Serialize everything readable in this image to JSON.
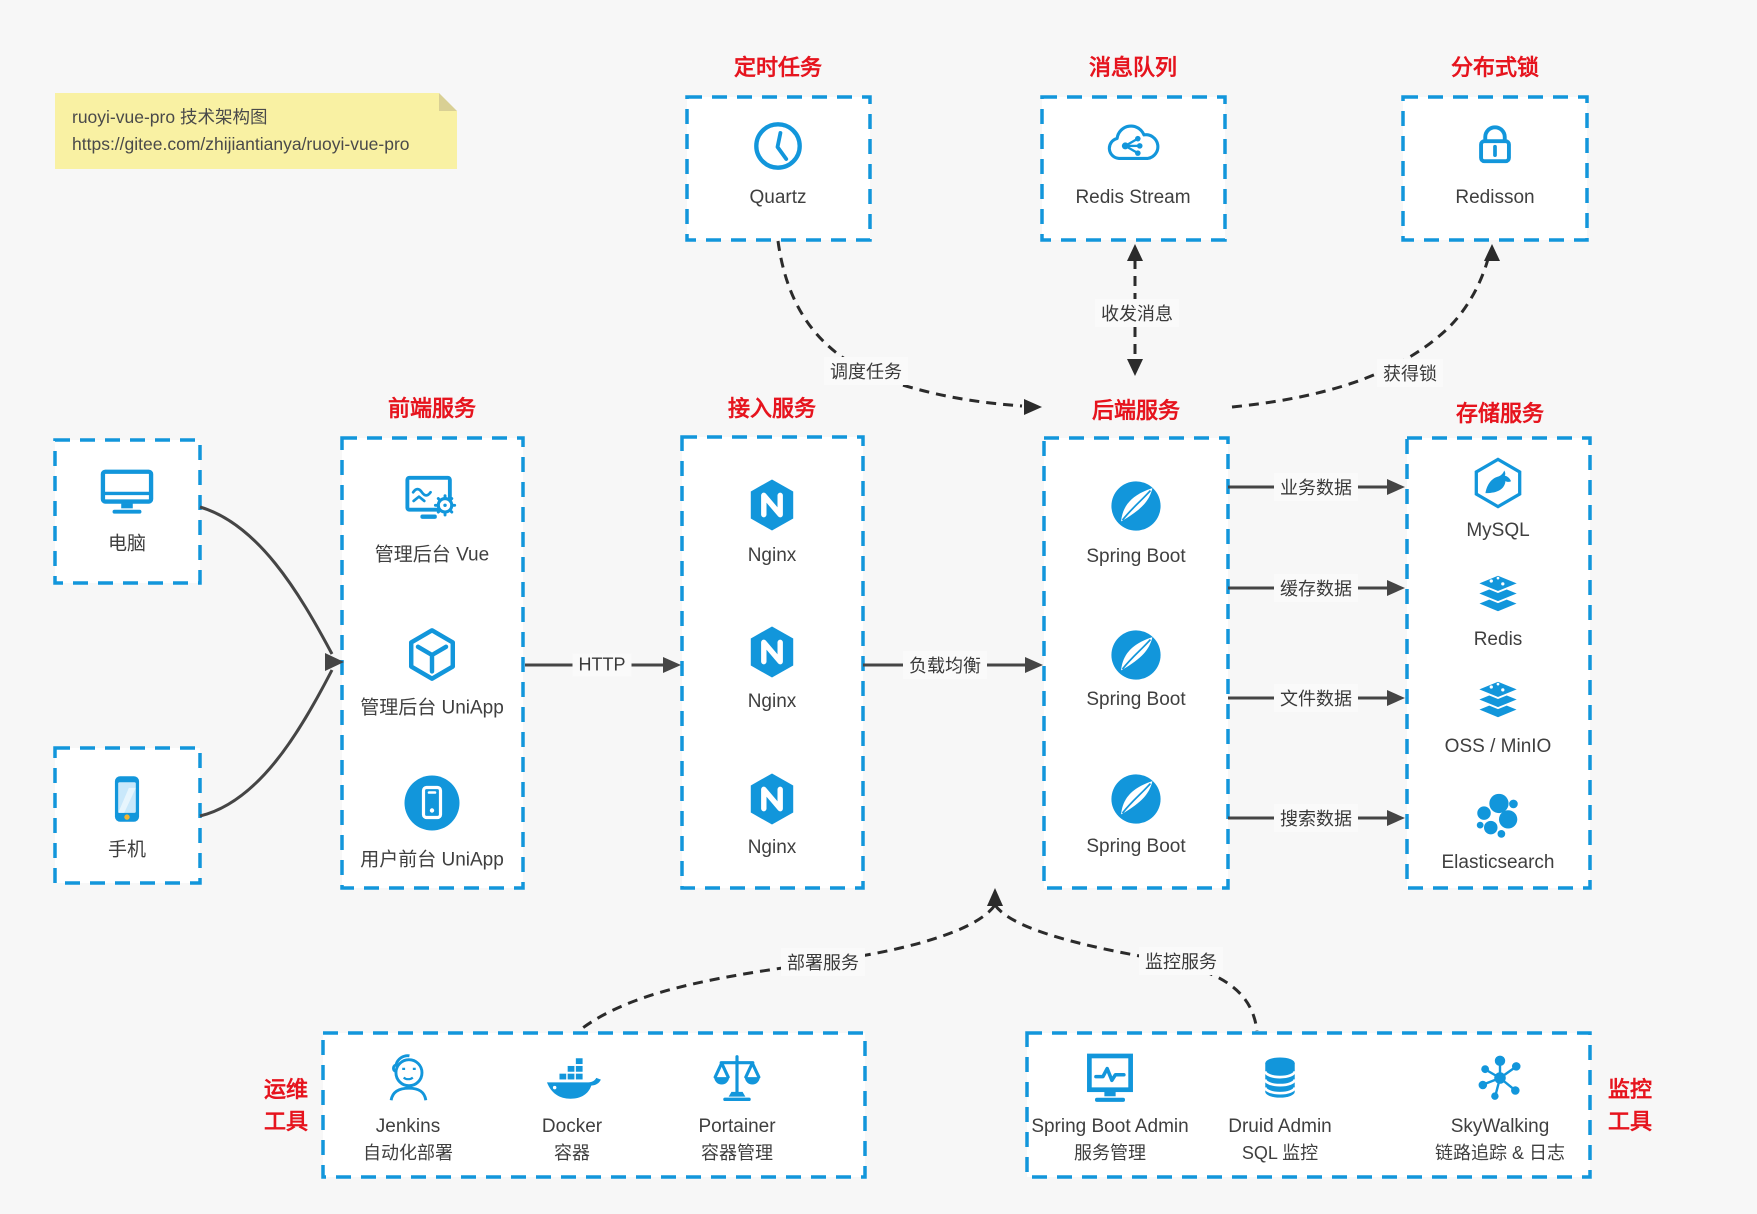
{
  "colors": {
    "accent_blue": "#1296db",
    "title_red": "#e6141e",
    "solid_arrow": "#454545",
    "dashed_arrow": "#2b2b2b",
    "background": "#f7f7f7",
    "box_fill": "#ffffff",
    "note_bg": "#f9f1a3",
    "label_text": "#3f3f3f"
  },
  "note": {
    "line1": "ruoyi-vue-pro 技术架构图",
    "line2": "https://gitee.com/zhijiantianya/ruoyi-vue-pro"
  },
  "top_services": [
    {
      "title": "定时任务",
      "label": "Quartz",
      "icon": "clock-icon"
    },
    {
      "title": "消息队列",
      "label": "Redis Stream",
      "icon": "cloud-stream-icon"
    },
    {
      "title": "分布式锁",
      "label": "Redisson",
      "icon": "lock-icon"
    }
  ],
  "clients": [
    {
      "label": "电脑",
      "icon": "computer-icon"
    },
    {
      "label": "手机",
      "icon": "phone-icon"
    }
  ],
  "frontend": {
    "title": "前端服务",
    "items": [
      {
        "label": "管理后台 Vue",
        "icon": "admin-vue-icon"
      },
      {
        "label": "管理后台 UniApp",
        "icon": "uniapp-cube-icon"
      },
      {
        "label": "用户前台 UniApp",
        "icon": "uniapp-user-icon"
      }
    ]
  },
  "gateway": {
    "title": "接入服务",
    "items": [
      {
        "label": "Nginx",
        "icon": "nginx-icon"
      },
      {
        "label": "Nginx",
        "icon": "nginx-icon"
      },
      {
        "label": "Nginx",
        "icon": "nginx-icon"
      }
    ]
  },
  "backend": {
    "title": "后端服务",
    "items": [
      {
        "label": "Spring Boot",
        "icon": "spring-boot-icon"
      },
      {
        "label": "Spring Boot",
        "icon": "spring-boot-icon"
      },
      {
        "label": "Spring Boot",
        "icon": "spring-boot-icon"
      }
    ]
  },
  "storage": {
    "title": "存储服务",
    "items": [
      {
        "label": "MySQL",
        "icon": "mysql-icon"
      },
      {
        "label": "Redis",
        "icon": "redis-icon"
      },
      {
        "label": "OSS / MinIO",
        "icon": "oss-minio-icon"
      },
      {
        "label": "Elasticsearch",
        "icon": "elasticsearch-icon"
      }
    ]
  },
  "ops": {
    "side_label": [
      "运维",
      "工具"
    ],
    "items": [
      {
        "name": "Jenkins",
        "desc": "自动化部署",
        "icon": "jenkins-icon"
      },
      {
        "name": "Docker",
        "desc": "容器",
        "icon": "docker-icon"
      },
      {
        "name": "Portainer",
        "desc": "容器管理",
        "icon": "portainer-icon"
      }
    ]
  },
  "monitoring": {
    "side_label": [
      "监控",
      "工具"
    ],
    "items": [
      {
        "name": "Spring Boot Admin",
        "desc": "服务管理",
        "icon": "spring-boot-admin-icon"
      },
      {
        "name": "Druid Admin",
        "desc": "SQL 监控",
        "icon": "druid-icon"
      },
      {
        "name": "SkyWalking",
        "desc": "链路追踪 & 日志",
        "icon": "skywalking-icon"
      }
    ]
  },
  "edges": {
    "http": "HTTP",
    "load_balance": "负载均衡",
    "business": "业务数据",
    "cache": "缓存数据",
    "file": "文件数据",
    "search": "搜索数据",
    "schedule": "调度任务",
    "message": "收发消息",
    "lock": "获得锁",
    "deploy": "部署服务",
    "monitor": "监控服务"
  }
}
